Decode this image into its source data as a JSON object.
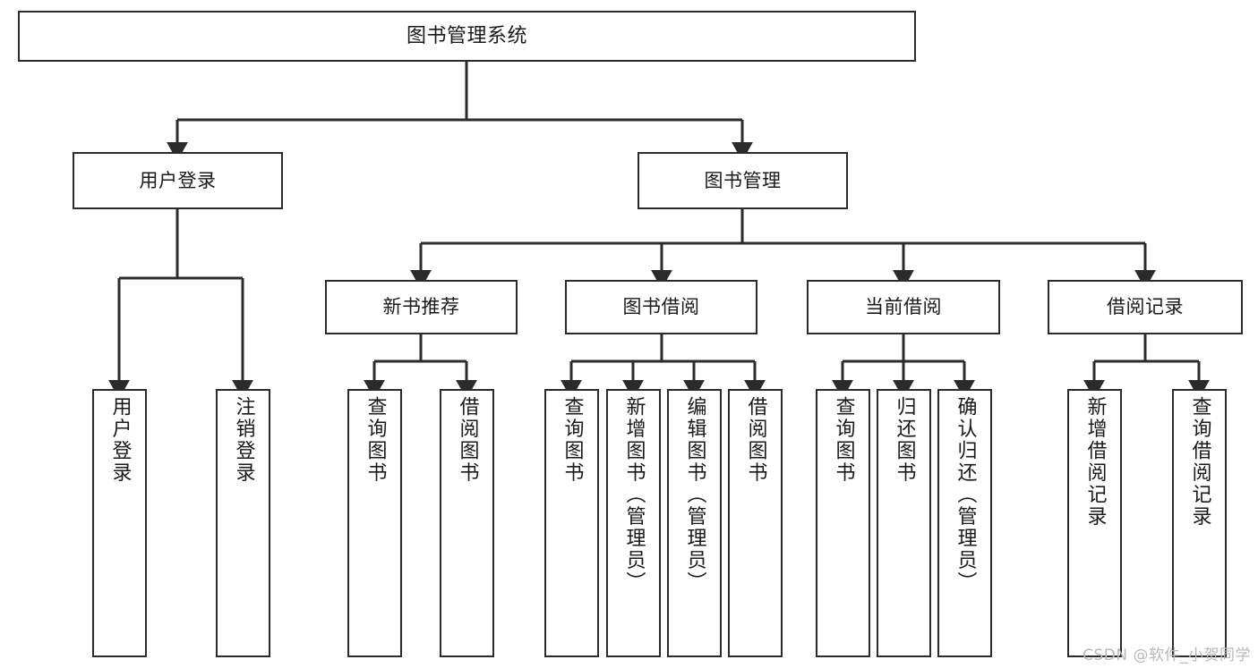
{
  "diagram": {
    "type": "tree-hierarchy-flowchart",
    "title": "图书管理系统",
    "colors": {
      "stroke": "#2b2b2b",
      "fill": "#ffffff",
      "text": "#1a1a1a",
      "watermark": "#b9b9b9"
    },
    "levels": {
      "root": "图书管理系统",
      "level2": [
        "用户登录",
        "图书管理"
      ],
      "level3": [
        "新书推荐",
        "图书借阅",
        "当前借阅",
        "借阅记录"
      ]
    },
    "nodes": {
      "root": {
        "label": "图书管理系统"
      },
      "user_login": {
        "label": "用户登录"
      },
      "book_manage": {
        "label": "图书管理"
      },
      "new_book_rec": {
        "label": "新书推荐"
      },
      "book_borrow": {
        "label": "图书借阅"
      },
      "current_borrow": {
        "label": "当前借阅"
      },
      "borrow_record": {
        "label": "借阅记录"
      },
      "leaf_user_login": {
        "label": "用户登录"
      },
      "leaf_logout": {
        "label": "注销登录"
      },
      "leaf_query_book_1": {
        "label": "查询图书"
      },
      "leaf_borrow_book_1": {
        "label": "借阅图书"
      },
      "leaf_query_book_2": {
        "label": "查询图书"
      },
      "leaf_add_book": {
        "label": "新增图书（管理员）"
      },
      "leaf_edit_book": {
        "label": "编辑图书（管理员）"
      },
      "leaf_borrow_book_2": {
        "label": "借阅图书"
      },
      "leaf_query_book_3": {
        "label": "查询图书"
      },
      "leaf_return_book": {
        "label": "归还图书"
      },
      "leaf_confirm_return": {
        "label": "确认归还（管理员）"
      },
      "leaf_add_record": {
        "label": "新增借阅记录"
      },
      "leaf_query_record": {
        "label": "查询借阅记录"
      }
    },
    "edges": [
      {
        "from": "root",
        "to": "user_login"
      },
      {
        "from": "root",
        "to": "book_manage"
      },
      {
        "from": "user_login",
        "to": "leaf_user_login"
      },
      {
        "from": "user_login",
        "to": "leaf_logout"
      },
      {
        "from": "book_manage",
        "to": "new_book_rec"
      },
      {
        "from": "book_manage",
        "to": "book_borrow"
      },
      {
        "from": "book_manage",
        "to": "current_borrow"
      },
      {
        "from": "book_manage",
        "to": "borrow_record"
      },
      {
        "from": "new_book_rec",
        "to": "leaf_query_book_1"
      },
      {
        "from": "new_book_rec",
        "to": "leaf_borrow_book_1"
      },
      {
        "from": "book_borrow",
        "to": "leaf_query_book_2"
      },
      {
        "from": "book_borrow",
        "to": "leaf_add_book"
      },
      {
        "from": "book_borrow",
        "to": "leaf_edit_book"
      },
      {
        "from": "book_borrow",
        "to": "leaf_borrow_book_2"
      },
      {
        "from": "current_borrow",
        "to": "leaf_query_book_3"
      },
      {
        "from": "current_borrow",
        "to": "leaf_return_book"
      },
      {
        "from": "current_borrow",
        "to": "leaf_confirm_return"
      },
      {
        "from": "borrow_record",
        "to": "leaf_add_record"
      },
      {
        "from": "borrow_record",
        "to": "leaf_query_record"
      }
    ]
  },
  "watermark": {
    "text": "CSDN @软件_小贺同学"
  }
}
